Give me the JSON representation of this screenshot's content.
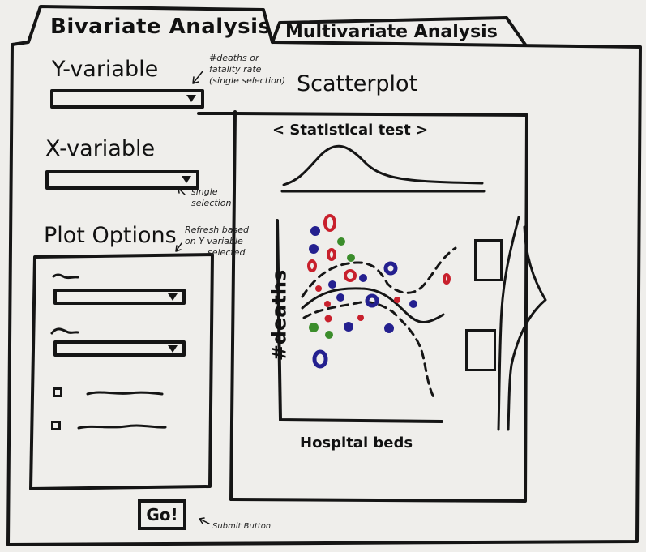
{
  "tabs": [
    {
      "label": "Bivariate Analysis",
      "active": true
    },
    {
      "label": "Multivariate Analysis",
      "active": false
    }
  ],
  "y_variable": {
    "label": "Y-variable",
    "annotation": [
      "#deaths or",
      "fatality rate",
      "(single selection)"
    ]
  },
  "x_variable": {
    "label": "X-variable",
    "annotation": [
      "single",
      "selection"
    ]
  },
  "plot_options": {
    "label": "Plot Options",
    "annotation": [
      "Refresh based",
      "on Y variable",
      "selected"
    ],
    "dropdowns": [
      {
        "label": "~"
      },
      {
        "label": "~"
      }
    ],
    "checkboxes": [
      {
        "label": "~~~~~~"
      },
      {
        "label": "~~~~~~~"
      }
    ]
  },
  "submit": {
    "label": "Go!",
    "annotation": "Submit Button"
  },
  "scatterplot": {
    "title": "Scatterplot",
    "statistical_test_label": "< Statistical test >",
    "x_axis_label": "Hospital beds",
    "y_axis_label": "#deaths"
  },
  "colors": {
    "ink": "#151515",
    "red": "#c8202c",
    "blue": "#24208f",
    "green": "#3b8d2b",
    "paper": "#efeeeb"
  }
}
